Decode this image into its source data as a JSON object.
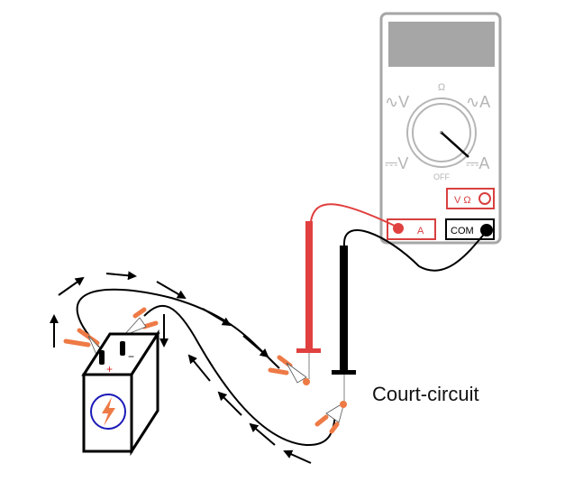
{
  "diagram": {
    "label": "Court-circuit",
    "multimeter": {
      "dial_labels": {
        "top": "Ω",
        "ac_volts": "∿V",
        "ac_amps": "∿A",
        "dc_volts": "⎓V",
        "dc_amps": "⎓A",
        "off": "OFF"
      },
      "jacks": {
        "volt_ohm": "V Ω",
        "amps": "A",
        "common": "COM"
      },
      "selected_range": "DC amps"
    },
    "battery": {
      "positive_symbol": "+",
      "negative_symbol": "−",
      "icon": "lightning-bolt-icon"
    },
    "colors": {
      "probe_red": "#e0403f",
      "probe_black": "#000000",
      "clip_orange": "#ee7a45",
      "meter_gray": "#a6a6a6",
      "battery_blue": "#1a1ab8"
    }
  }
}
